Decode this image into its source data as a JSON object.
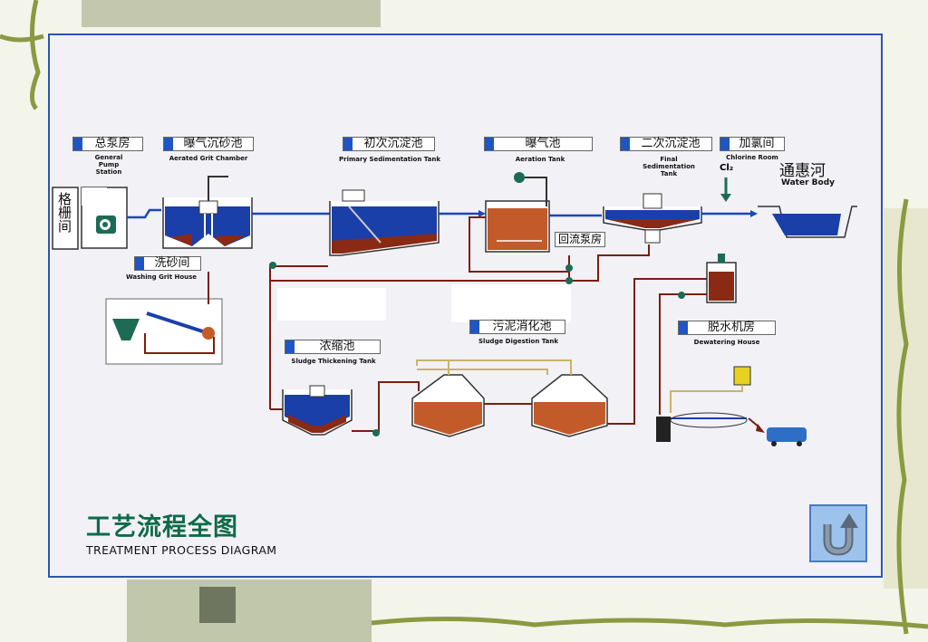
{
  "diagram": {
    "title_zh": "工艺流程全图",
    "title_en": "TREATMENT PROCESS DIAGRAM",
    "screen_label": "格栅间",
    "stations": [
      {
        "zh": "总泵房",
        "en": "General Pump Station"
      },
      {
        "zh": "曝气沉砂池",
        "en": "Aerated Grit Chamber"
      },
      {
        "zh": "初次沉淀池",
        "en": "Primary Sedimentation Tank"
      },
      {
        "zh": "曝气池",
        "en": "Aeration Tank"
      },
      {
        "zh": "二次沉淀池",
        "en": "Final Sedimentation Tank"
      },
      {
        "zh": "加氯间",
        "en": "Chlorine Room"
      },
      {
        "zh": "洗砂间",
        "en": "Washing Grit House"
      },
      {
        "zh": "浓缩池",
        "en": "Sludge Thickening Tank"
      },
      {
        "zh": "污泥消化池",
        "en": "Sludge Digestion Tank"
      },
      {
        "zh": "脱水机房",
        "en": "Dewatering House"
      }
    ],
    "chlorine": "Cl₂",
    "return_pump": "回流泵房",
    "water_body_zh": "通惠河",
    "water_body_en": "Water Body"
  },
  "colors": {
    "water": "#1a3fa8",
    "sludge": "#8a2a14",
    "pipe": "#1a47b8",
    "sludge_pipe": "#7a1e10",
    "accent_green": "#0d6b47"
  },
  "icons": {
    "back_button": "u-turn-arrow-icon"
  }
}
